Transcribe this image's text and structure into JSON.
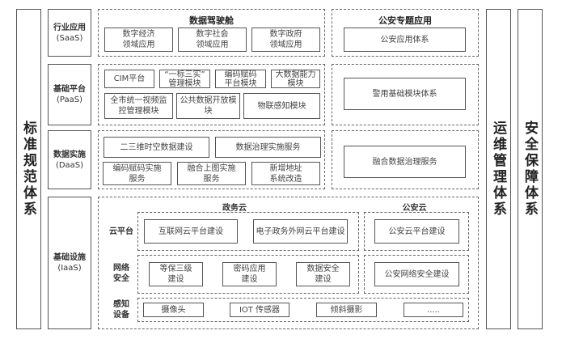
{
  "left_bar": {
    "label": "标准规范体系"
  },
  "right_bars": [
    {
      "label": "运维管理体系"
    },
    {
      "label": "安全保障体系"
    }
  ],
  "layers": [
    {
      "name": "行业应用",
      "tier": "(SaaS)"
    },
    {
      "name": "基础平台",
      "tier": "(PaaS)"
    },
    {
      "name": "数据实施",
      "tier": "(DaaS)"
    },
    {
      "name": "基础设施",
      "tier": "(IaaS)"
    }
  ],
  "saas": {
    "left_title": "数据驾驶舱",
    "left_items": [
      "数字经济\n领域应用",
      "数字社会\n领域应用",
      "数字政府\n领域应用"
    ],
    "right_title": "公安专题应用",
    "right_items": [
      "公安应用体系"
    ]
  },
  "paas": {
    "left_items_row1": [
      "CIM平台",
      "“一标三实”\n管理模块",
      "编码赋码\n平台模块",
      "大数据能力\n模块"
    ],
    "left_items_row2": [
      "全市统一视频监\n控管理模块",
      "公共数据开放模\n块",
      "物联感知模块"
    ],
    "right_items": [
      "警用基础模块体系"
    ]
  },
  "daas": {
    "left_items_row1": [
      "二三维时空数据建设",
      "数据治理实施服务"
    ],
    "left_items_row2": [
      "编码赋码实施\n服务",
      "融合上图实施\n服务",
      "新增地址\n系统改造"
    ],
    "right_items": [
      "融合数据治理服务"
    ]
  },
  "iaas": {
    "gov_cloud_title": "政务云",
    "police_cloud_title": "公安云",
    "rows": [
      {
        "label": "云平台",
        "gov_items": [
          "互联网云平台建设",
          "电子政务外网云平台建设"
        ],
        "police_items": [
          "公安云平台建设"
        ]
      },
      {
        "label": "网络\n安全",
        "gov_items": [
          "等保三级\n建设",
          "密码应用\n建设",
          "数据安全\n建设"
        ],
        "police_items": [
          "公安网络安全建设"
        ]
      },
      {
        "label": "感知\n设备",
        "items": [
          "摄像头",
          "IOT 传感器",
          "倾斜摄影",
          "....."
        ]
      }
    ]
  }
}
